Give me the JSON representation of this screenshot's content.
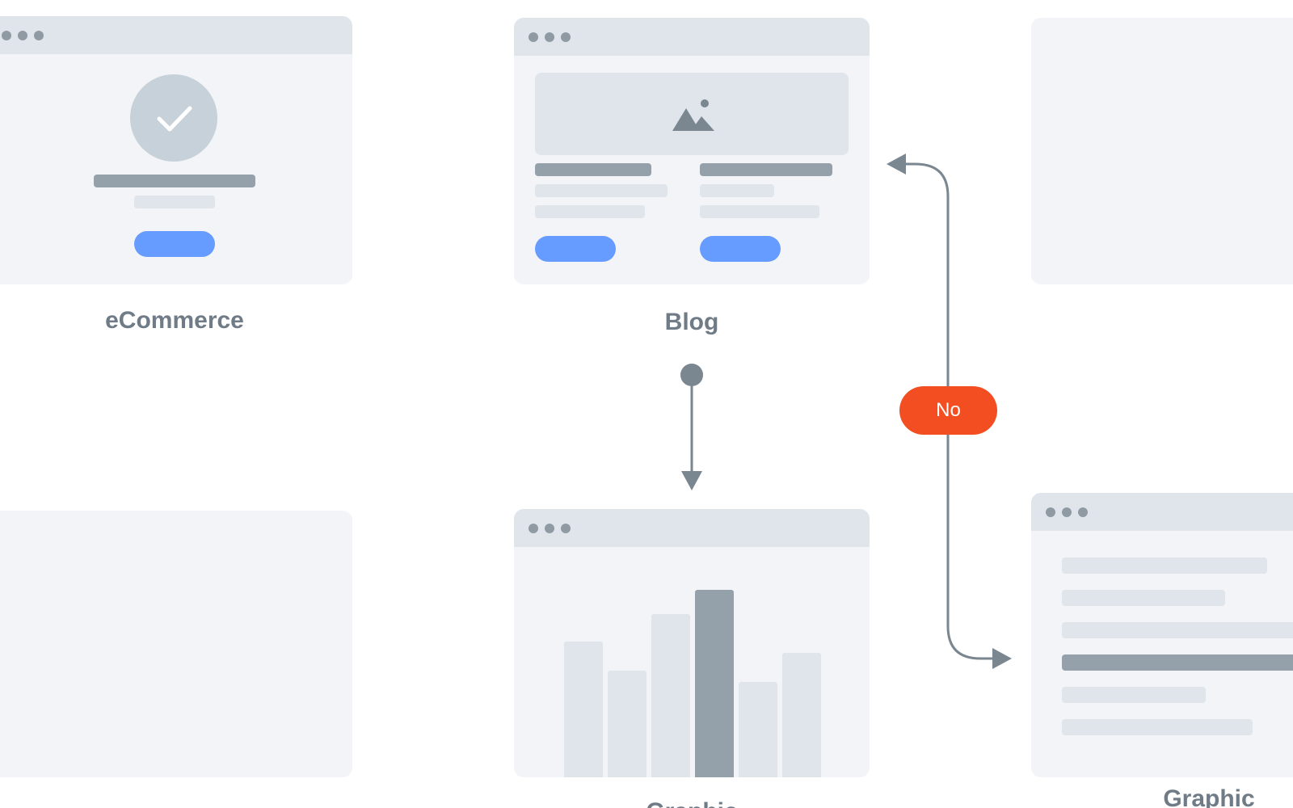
{
  "nodes": {
    "ecommerce": {
      "label": "eCommerce"
    },
    "blog": {
      "label": "Blog"
    },
    "graphic_right": {
      "label": "Graphic"
    },
    "graphic_bottom": {
      "label": "Graphic"
    }
  },
  "decision": {
    "label": "No"
  },
  "colors": {
    "canvas": "#ffffff",
    "card": "#f2f4f7",
    "titlebar": "#dfe5eb",
    "placeholder_dark": "#95a1aa",
    "placeholder_light": "#dfe5eb",
    "button": "#669cff",
    "connector": "#7a8790",
    "decision": "#f34d22",
    "label": "#6f7b86"
  },
  "icons": {
    "success": "check-circle-icon",
    "image": "image-placeholder-icon"
  }
}
